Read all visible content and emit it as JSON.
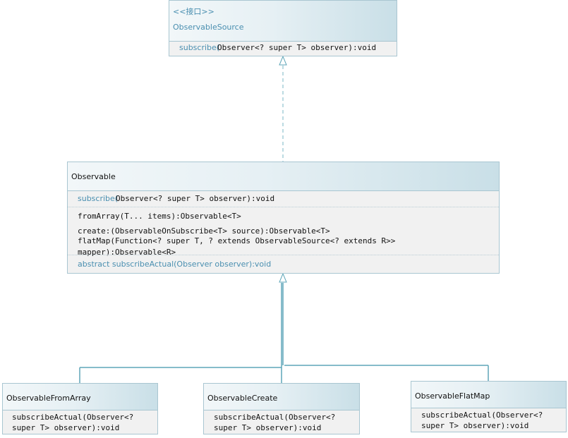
{
  "interface_box": {
    "stereotype": "<<接口>>",
    "name": "ObservableSource",
    "method_name": "subscribe(",
    "method_rest": "Observer<? super T> observer):void"
  },
  "observable_box": {
    "name": "Observable",
    "subscribe_name": "subscribe(",
    "subscribe_rest": "Observer<? super T> observer):void",
    "from_array": "fromArray(T... items):Observable<T>",
    "create": "create:(ObservableOnSubscribe<T> source):Observable<T>",
    "flat_map_line1": "flatMap(Function<? super T, ? extends ObservableSource<? extends R>>",
    "flat_map_line2": "mapper):Observable<R>",
    "abstract_method": "abstract subscribeActual(Observer observer):void"
  },
  "from_array_box": {
    "name": "ObservableFromArray",
    "method_line1": "subscribeActual(Observer<?",
    "method_line2": "super T> observer):void"
  },
  "create_box": {
    "name": "ObservableCreate",
    "method_line1": "subscribeActual(Observer<?",
    "method_line2": "super T> observer):void"
  },
  "flat_map_box": {
    "name": "ObservableFlatMap",
    "method_line1": "subscribeActual(Observer<?",
    "method_line2": "super T> observer):void"
  },
  "colors": {
    "border": "#a9c6d1",
    "connector": "#5fa6b8",
    "accent_text": "#4a8fb0"
  }
}
